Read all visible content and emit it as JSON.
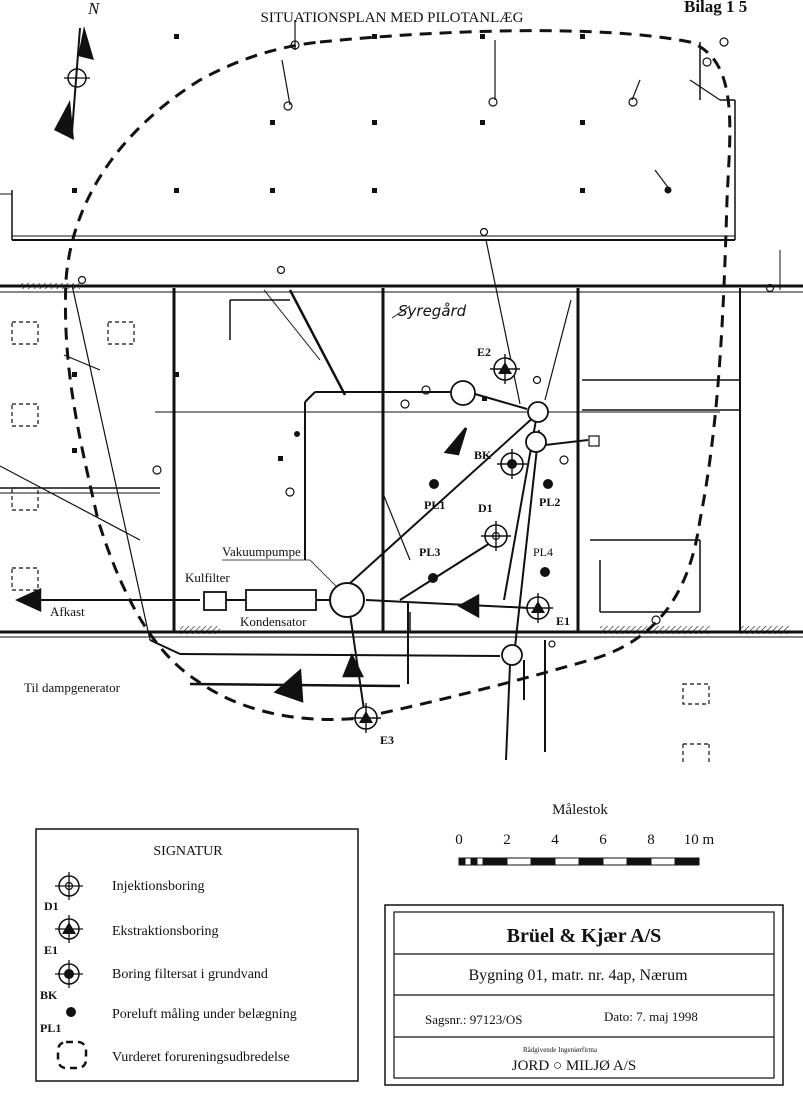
{
  "header": {
    "title": "SITUATIONSPLAN MED PILOTANLÆG",
    "appendix": "Bilag 1 5",
    "north": "N"
  },
  "plan": {
    "handwritten_label": "Syregård",
    "equipment": {
      "vacuum_pump": "Vakuumpumpe",
      "carbon_filter": "Kulfilter",
      "condenser": "Kondensator",
      "exhaust": "Afkast",
      "steam_generator": "Til dampgenerator"
    },
    "points": {
      "E1": "E1",
      "E2": "E2",
      "E3": "E3",
      "BK": "BK",
      "D1": "D1",
      "PL1": "PL1",
      "PL2": "PL2",
      "PL3": "PL3",
      "PL4": "PL4"
    }
  },
  "scale": {
    "title": "Målestok",
    "ticks": [
      "0",
      "2",
      "4",
      "6",
      "8",
      "10 m"
    ]
  },
  "legend": {
    "title": "SIGNATUR",
    "items": [
      {
        "code": "D1",
        "label": "Injektionsboring",
        "icon": "injection-well-icon"
      },
      {
        "code": "E1",
        "label": "Ekstraktionsboring",
        "icon": "extraction-well-icon"
      },
      {
        "code": "BK",
        "label": "Boring filtersat i grundvand",
        "icon": "groundwater-well-icon"
      },
      {
        "code": "PL1",
        "label": "Poreluft måling under belægning",
        "icon": "pore-air-dot-icon"
      },
      {
        "code": "",
        "label": "Vurderet forureningsudbredelse",
        "icon": "dashed-boundary-icon"
      }
    ]
  },
  "titleblock": {
    "company": "Brüel & Kjær A/S",
    "building": "Bygning 01, matr. nr. 4ap, Nærum",
    "case_no": "Sagsnr.: 97123/OS",
    "date": "Dato: 7. maj 1998",
    "firm_small": "Rådgivende Ingeniørfirma",
    "firm": "JORD ○ MILJØ A/S"
  },
  "colors": {
    "ink": "#111111",
    "paper": "#ffffff"
  }
}
